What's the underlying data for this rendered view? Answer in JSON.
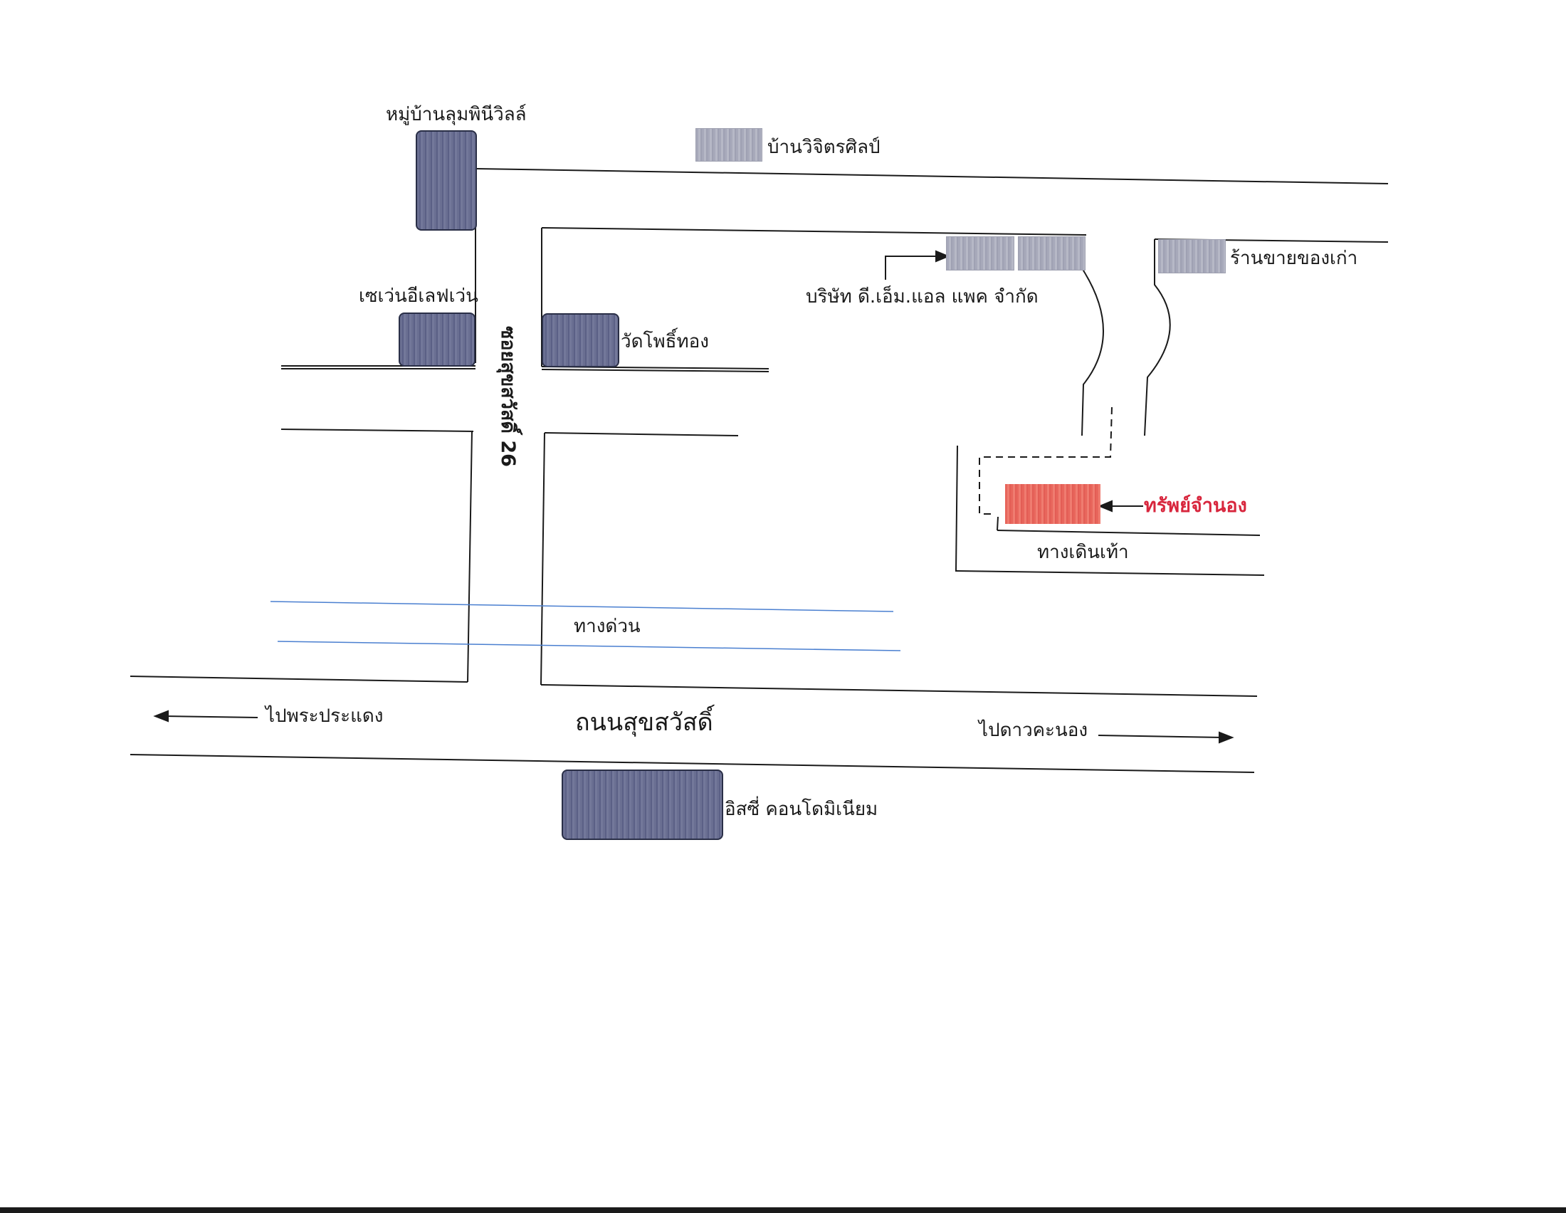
{
  "labels": {
    "village_lumpini": "หมู่บ้านลุมพินีวิลล์",
    "baan_wichit_sin": "บ้านวิจิตรศิลป์",
    "seven_eleven": "เซเว่นอีเลฟเว่น",
    "wat_phothong": "วัดโพธิ์ทอง",
    "company_dml": "บริษัท ดี.เอ็ม.แอล แพค จำกัด",
    "antique_shop": "ร้านขายของเก่า",
    "soi_suksawat": "ซอยสุขสวัสดิ์ 26",
    "asset": "ทรัพย์จำนอง",
    "walkway": "ทางเดินเท้า",
    "expressway": "ทางด่วน",
    "to_phra_pradaeng": "ไปพระประแดง",
    "suksawat_road": "ถนนสุขสวัสดิ์",
    "to_dao_khanong": "ไปดาวคะนอง",
    "condo": "อิสซี่ คอนโดมิเนียม"
  },
  "icons": {
    "left_arrow": "arrow-left-icon",
    "right_arrow": "arrow-right-icon",
    "pointer_arrow": "arrow-pointer-icon"
  },
  "colors": {
    "road_line": "#1a1a1a",
    "expressway_line": "#4a7fd0",
    "building_dark": "#5d6287",
    "building_grey": "#acaec0",
    "asset_red": "#ea6b60",
    "asset_label": "#d8263d"
  }
}
